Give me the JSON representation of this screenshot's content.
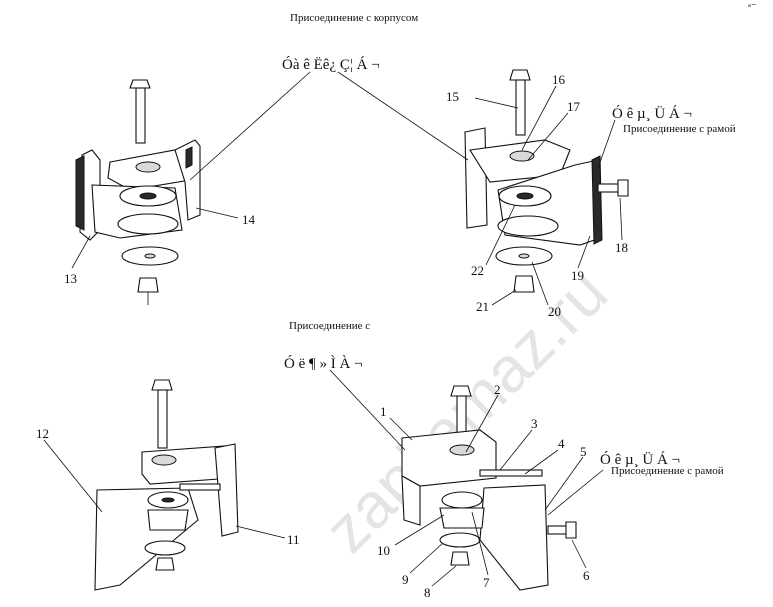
{
  "captions": {
    "top_center": "Присоединение с корпусом",
    "right_top": "Присоединение с рамой",
    "middle_center": "Присоединение с",
    "right_bottom": "Присоединение с рамой"
  },
  "garbled": {
    "g1": "Óà ê Ëê¿ Ç¦ Á ¬",
    "g2": "Ó ê µ¸ Ü Á ¬",
    "g3": "Ó ë  ¶ »  Ì À ¬",
    "g4": "Ó ê µ¸ Ü Á ¬"
  },
  "watermark": "zapkamaz.ru",
  "corner_mark": "ᵃ⁻",
  "parts": {
    "p1": "1",
    "p2": "2",
    "p3": "3",
    "p4": "4",
    "p5": "5",
    "p6": "6",
    "p7": "7",
    "p8": "8",
    "p9": "9",
    "p10": "10",
    "p11": "11",
    "p12": "12",
    "p13": "13",
    "p14": "14",
    "p15": "15",
    "p16": "16",
    "p17": "17",
    "p18": "18",
    "p19": "19",
    "p20": "20",
    "p21": "21",
    "p22": "22"
  }
}
